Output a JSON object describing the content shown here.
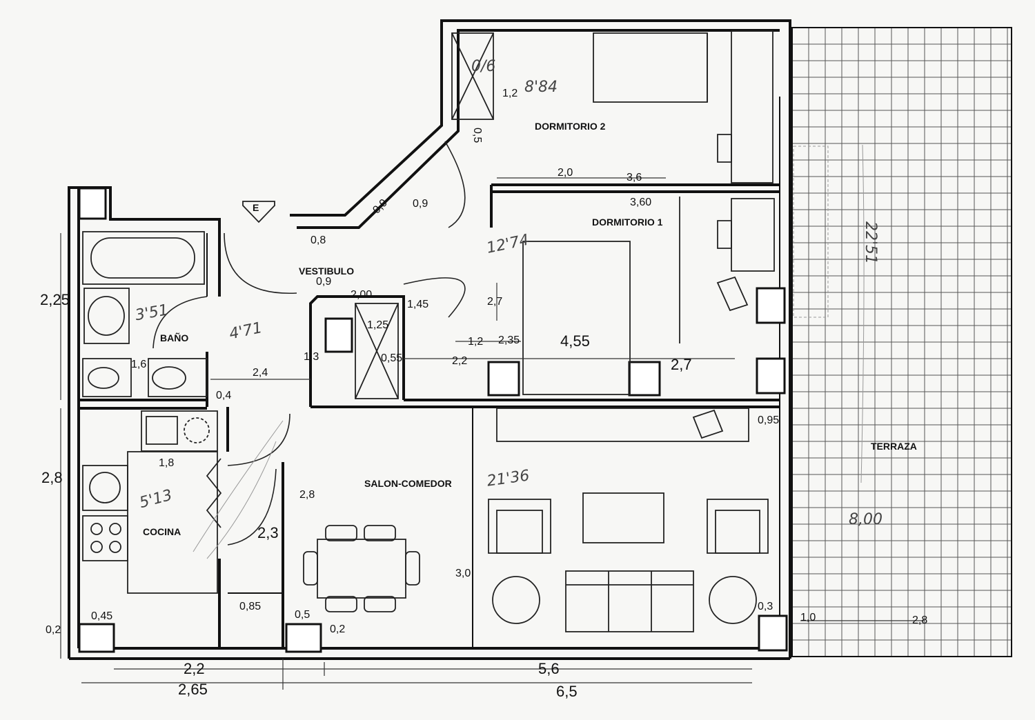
{
  "rooms": {
    "dormitorio2": "DORMITORIO 2",
    "dormitorio1": "DORMITORIO 1",
    "vestibulo": "VESTIBULO",
    "bano": "BAÑO",
    "cocina": "COCINA",
    "salon": "SALON-COMEDOR",
    "terraza": "TERRAZA",
    "entrance": "E"
  },
  "dimensions": {
    "d2_width_a": "2,0",
    "d2_width_b": "3,6",
    "d2_small": "0,5",
    "d2_wardrobe": "1,2",
    "d1_top": "3,60",
    "d1_width": "4,55",
    "d1_depth": "2,7",
    "d1_bed_v": "2,7",
    "d1_a": "1,2",
    "d1_b": "2,35",
    "d1_c": "2,2",
    "door_09a": "0,9",
    "door_09b": "0,9",
    "ent_08": "0,8",
    "vest_09": "0,9",
    "vest_200": "2,00",
    "vest_145": "1,45",
    "vest_125": "1,25",
    "vest_055": "0,55",
    "vest_13": "1,3",
    "bano_225": "2,25",
    "bano_16": "1,6",
    "bano_14": "2,4",
    "bano_04": "0,4",
    "cocina_28": "2,8",
    "cocina_18": "1,8",
    "cocina_23": "2,3",
    "cocina_085": "0,85",
    "cocina_045": "0,45",
    "cocina_02": "0,2",
    "salon_28": "2,8",
    "salon_30": "3,0",
    "salon_05": "0,5",
    "salon_02": "0,2",
    "salon_03": "0,3",
    "salon_095": "0,95",
    "terr_800": "8,00",
    "terr_28": "2,8",
    "terr_10": "1,0",
    "bottom_22": "2,2",
    "bottom_56": "5,6",
    "bottom_265": "2,65",
    "bottom_65": "6,5"
  },
  "handwritten": {
    "d2_area": "8'84",
    "d1_area": "12'74",
    "bano_area": "3'51",
    "vest_area": "4'71",
    "cocina_area": "5'13",
    "salon_area": "21'36",
    "terr_area": "22'51",
    "wardrobe_mark": "0/6"
  }
}
